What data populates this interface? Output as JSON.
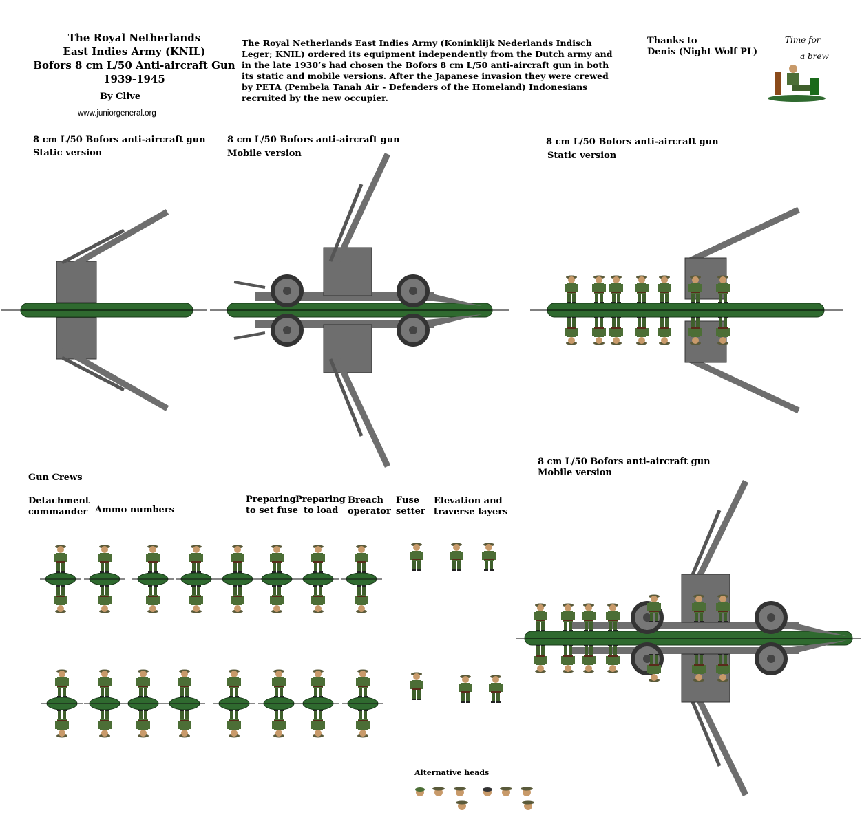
{
  "header": {
    "title_lines": [
      "The Royal Netherlands",
      "East Indies Army (KNIL)",
      "Bofors 8 cm L/50 Anti-aircraft Gun",
      "1939-1945"
    ],
    "author": "By Clive",
    "website": "www.juniorgeneral.org",
    "description": "The Royal Netherlands East Indies Army (Koninklijk Nederlands Indisch Leger; KNIL) ordered its equipment independently from the Dutch army and in the late 1930’s had chosen the Bofors 8 cm L/50 anti-aircraft gun in both its static and mobile versions. After the Japanese invasion they were crewed by PETA (Pembela Tanah Air - Defenders of the Homeland) Indonesians recruited by the new occupier.",
    "thanks_line1": "Thanks to",
    "thanks_line2": "Denis (Night Wolf PL)",
    "logo_text_1": "Time for",
    "logo_text_2": "a brew"
  },
  "sections": {
    "static_1": {
      "title": "8 cm L/50 Bofors anti-aircraft gun",
      "subtitle": "Static version"
    },
    "mobile_1": {
      "title": "8 cm L/50 Bofors anti-aircraft gun",
      "subtitle": "Mobile version"
    },
    "static_2": {
      "title": "8 cm L/50 Bofors anti-aircraft gun",
      "subtitle": "Static version"
    },
    "mobile_2": {
      "title": "8 cm L/50 Bofors anti-aircraft gun",
      "subtitle": "Mobile version"
    }
  },
  "crews": {
    "heading": "Gun Crews",
    "roles": [
      {
        "line1": "Detachment",
        "line2": "commander"
      },
      {
        "line1": "Ammo numbers",
        "line2": ""
      },
      {
        "line1": "Preparing",
        "line2": "to set fuse"
      },
      {
        "line1": "Preparing",
        "line2": "to load"
      },
      {
        "line1": "Breach",
        "line2": "operator"
      },
      {
        "line1": "Fuse",
        "line2": "setter"
      },
      {
        "line1": "Elevation and",
        "line2": "traverse layers"
      }
    ],
    "alt_heads": "Alternative heads"
  },
  "colors": {
    "base_green": "#2f6a2f",
    "uniform_green": "#4c6e36",
    "gun_grey": "#6e6e6e",
    "wheel_dark": "#333333"
  }
}
